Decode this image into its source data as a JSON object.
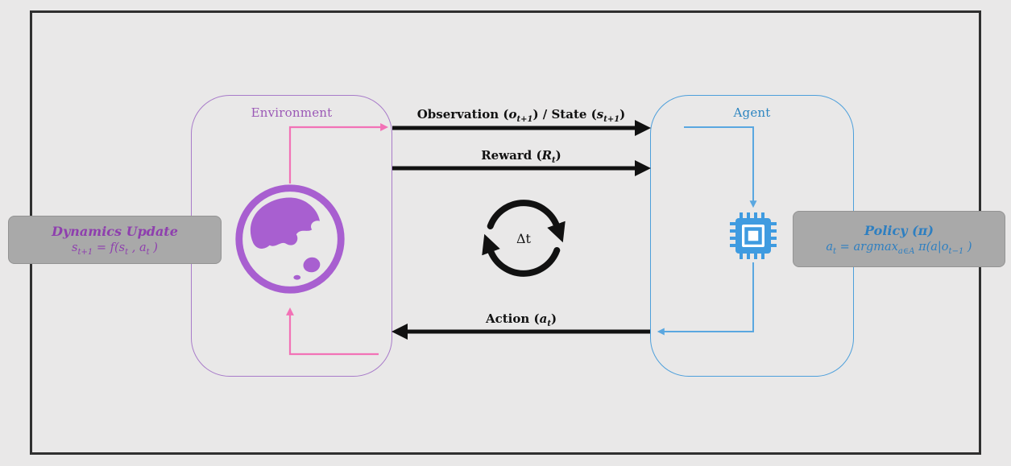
{
  "diagram": {
    "title_hint": "Reinforcement learning agent-environment loop",
    "environment": {
      "title": "Environment",
      "border_color": "#a87bc9",
      "title_color": "#9b59b6",
      "globe_icon_color": "#a85fd0",
      "feedback_loop_color": "#f272b6"
    },
    "agent": {
      "title": "Agent",
      "border_color": "#4d9fdb",
      "title_color": "#2e86c1",
      "chip_icon_color": "#3f9be0",
      "flow_line_color": "#5aa7e0"
    },
    "arrows": {
      "observation_label_html": "Observation (<i>o<sub>t+1</sub></i>) / State (<i>s<sub>t+1</sub></i>)",
      "reward_label_html": "Reward (<i>R<sub>t</sub></i>)",
      "action_label_html": "Action (<i>a<sub>t</sub></i>)",
      "arrow_color": "#111111"
    },
    "cycle": {
      "label": "Δt",
      "icon": "clockwise-cycle-arrows",
      "color": "#111111"
    },
    "dynamics_box": {
      "title": "Dynamics Update",
      "formula_html": "s<sub>t+1</sub> = f(s<sub>t</sub> , a<sub>t</sub> )",
      "text_color": "#8e3fae",
      "background_color": "#a9a9a9"
    },
    "policy_box": {
      "title": "Policy  (π)",
      "formula_html": "a<sub>t</sub> = argmax<sub>a∈A</sub> π(a|o<sub>t−1</sub> )",
      "text_color": "#2e7fc1",
      "background_color": "#a9a9a9"
    },
    "frame_color": "#2f2f2f",
    "background_color": "#e9e8e8"
  }
}
